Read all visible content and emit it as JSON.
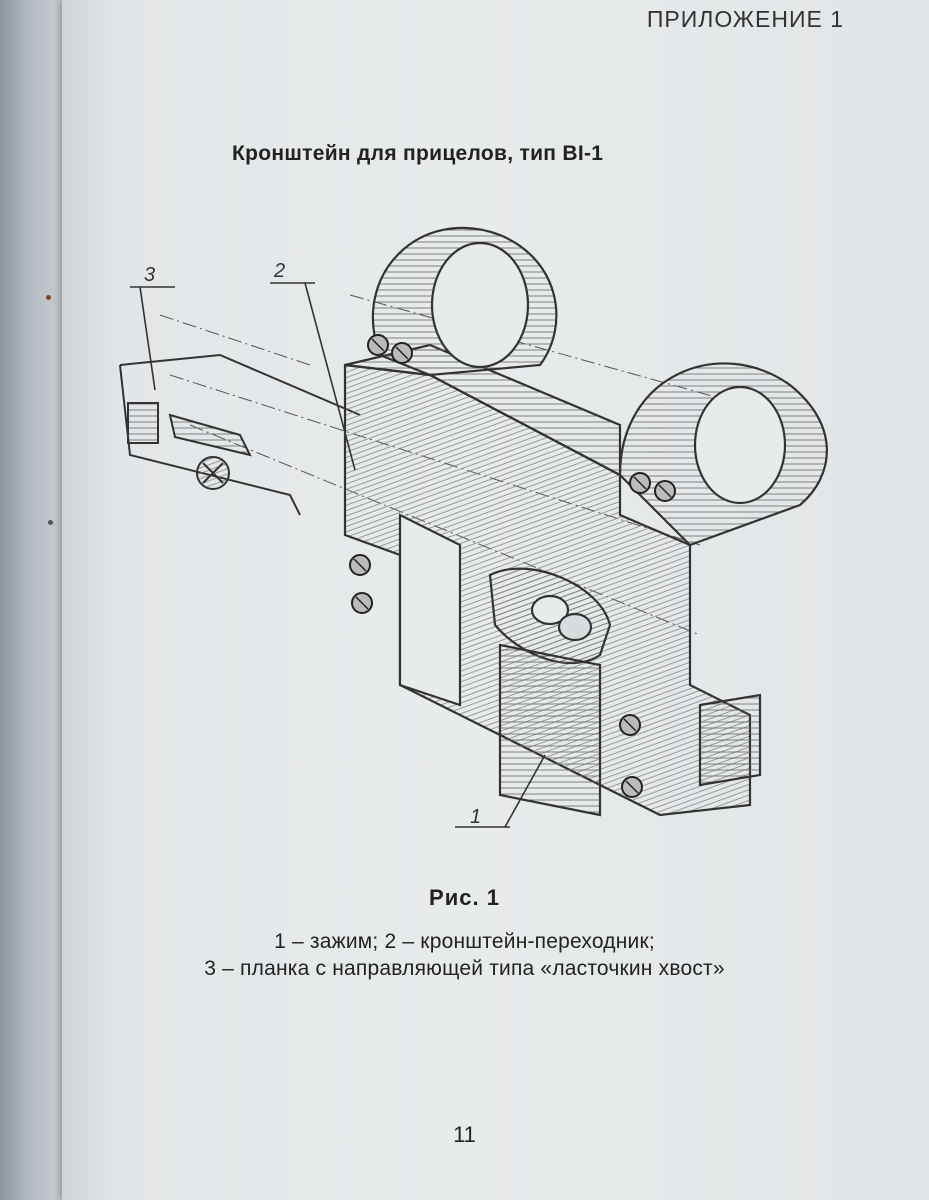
{
  "header": {
    "text": "ПРИЛОЖЕНИЕ 1"
  },
  "title": "Кронштейн для прицелов, тип BI-1",
  "figure": {
    "callouts": [
      "1",
      "2",
      "3"
    ],
    "caption": "Рис. 1",
    "legend": [
      "1 – зажим; 2 – кронштейн-переходник;",
      "3 – планка с направляющей типа «ласточкин хвост»"
    ]
  },
  "page_number": "11"
}
